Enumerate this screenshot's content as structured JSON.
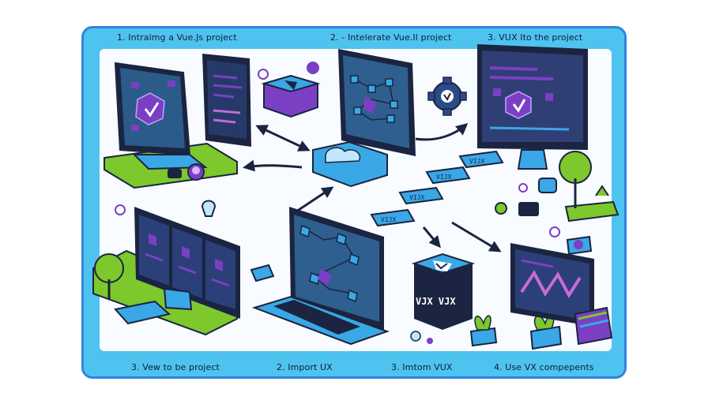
{
  "steps_top": [
    {
      "label": "1. Intralmg a Vue.Js project"
    },
    {
      "label": "2. - Intelerate Vue.Il project"
    },
    {
      "label": "3. VUX Ito the project"
    }
  ],
  "steps_bottom": [
    {
      "label": "3. Vew to be project"
    },
    {
      "label": "2. Import UX"
    },
    {
      "label": "3. Imtom VUX"
    },
    {
      "label": "4. Use VX compepents"
    }
  ],
  "chips": [
    "VIJX",
    "VIJX",
    "VIJX",
    "VIJX"
  ],
  "cube_label": "VJX VJX",
  "colors": {
    "frame": "#4fc3ef",
    "frame_border": "#2f84e0",
    "navy": "#1b2440",
    "purple": "#7b3fc4",
    "green": "#7cc82d",
    "blue": "#3aa7e6"
  }
}
